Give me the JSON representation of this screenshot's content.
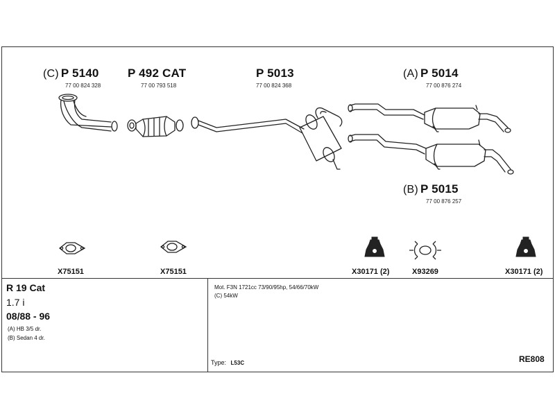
{
  "parts": [
    {
      "prefix": "(C)",
      "number": "P 5140",
      "oe": "77 00 824 328"
    },
    {
      "prefix": "",
      "number": "P 492 CAT",
      "oe": "77 00 793 518"
    },
    {
      "prefix": "",
      "number": "P 5013",
      "oe": "77 00 824 368"
    },
    {
      "prefix": "(A)",
      "number": "P 5014",
      "oe": "77 00 876 274"
    },
    {
      "prefix": "(B)",
      "number": "P 5015",
      "oe": "77 00 876 257"
    }
  ],
  "accessories": [
    {
      "code": "X75151",
      "icon": "gasket-icon"
    },
    {
      "code": "X75151",
      "icon": "gasket-icon"
    },
    {
      "code": "X30171 (2)",
      "icon": "rubber-mount-icon"
    },
    {
      "code": "X93269",
      "icon": "clamp-icon"
    },
    {
      "code": "X30171 (2)",
      "icon": "rubber-mount-icon"
    }
  ],
  "vehicle": {
    "model": "R 19 Cat",
    "engine": "1.7 i",
    "years": "08/88 - 96",
    "note_a": "(A) HB 3/5 dr.",
    "note_b": "(B) Sedan 4 dr."
  },
  "motor": {
    "line1": "Mot. F3N 1721cc 73/90/95hp, 54/66/70kW",
    "line2": "(C) 54kW"
  },
  "type_label": "Type:",
  "type_value": "L53C",
  "ref_code": "RE808"
}
